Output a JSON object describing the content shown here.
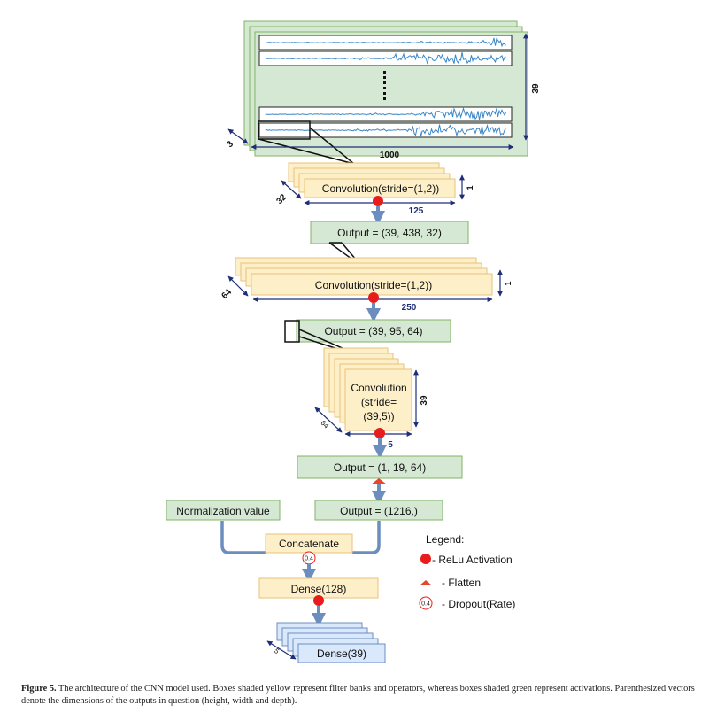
{
  "diagram": {
    "input_dims": {
      "channels": "3",
      "length": "1000",
      "height": "39"
    },
    "conv1": {
      "label": "Convolution(stride=(1,2))",
      "depth": "32",
      "width": "125",
      "height": "1"
    },
    "out1": "Output = (39, 438, 32)",
    "conv2": {
      "label": "Convolution(stride=(1,2))",
      "depth": "64",
      "width": "250",
      "height": "1"
    },
    "out2": "Output = (39, 95, 64)",
    "conv3": {
      "line1": "Convolution",
      "line2": "(stride=",
      "line3": "(39,5))",
      "depth": "64",
      "width": "5",
      "height": "39"
    },
    "out3": "Output = (1, 19, 64)",
    "out4": "Output = (1216,)",
    "norm": "Normalization value",
    "concat": "Concatenate",
    "dropout_rate": "0.4",
    "dense1": "Dense(128)",
    "dense2": "Dense(39)",
    "dense2_depth": "5",
    "legend": {
      "title": "Legend:",
      "relu": "- ReLu Activation",
      "flatten": "- Flatten",
      "dropout": "- Dropout(Rate)",
      "dropout_sample": "0.4"
    },
    "colors": {
      "yellow_fill": "#fdefc8",
      "yellow_stroke": "#e9c27a",
      "green_fill": "#d5e8d4",
      "green_stroke": "#82b366",
      "blue_fill": "#dae8fc",
      "blue_stroke": "#6c8ebf",
      "arrow": "#6c8ebf",
      "relu": "#e81c1c",
      "flatten": "#e8452c",
      "dim_arrow": "#1f2e78",
      "wave": "#3a86c8"
    }
  },
  "caption": {
    "label": "Figure 5.",
    "text": " The architecture of the CNN model used. Boxes shaded yellow represent filter banks and operators, whereas boxes shaded green represent activations. Parenthesized vectors denote the dimensions of the outputs in question (height, width and depth)."
  }
}
